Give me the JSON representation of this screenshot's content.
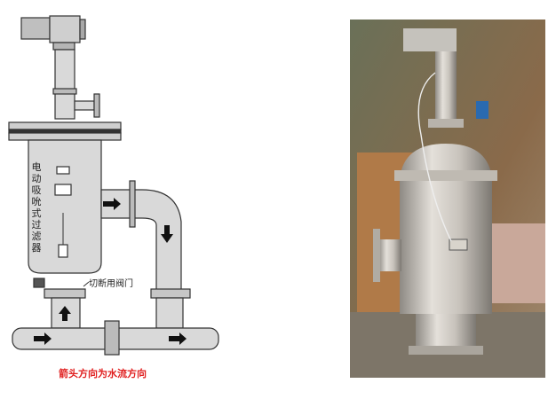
{
  "diagram": {
    "vertical_label": "电动吸吮式过滤器",
    "valve_label": "切断用阀门",
    "caption": "箭头方向为水流方向",
    "caption_color": "#e02020"
  }
}
